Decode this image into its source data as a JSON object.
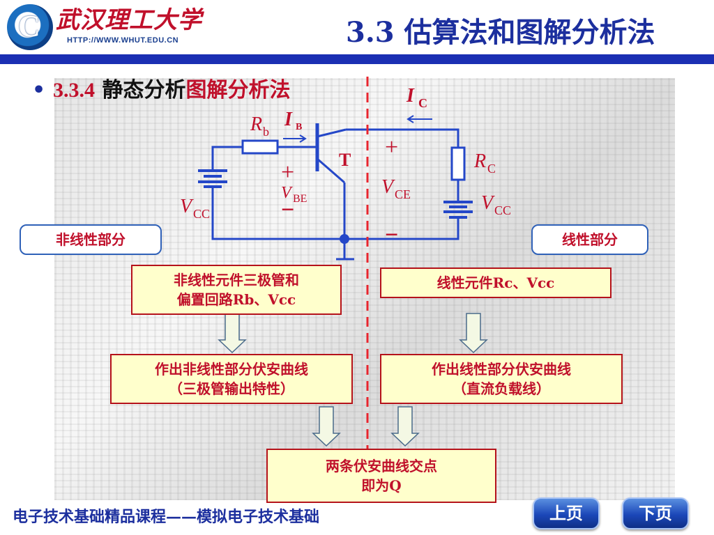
{
  "header": {
    "school_name": "武汉理工大学",
    "school_url": "HTTP://WWW.WHUT.EDU.CN",
    "title": "3.3   估算法和图解分析法"
  },
  "bullet": {
    "number": "3.3.4",
    "static_text": "静态分析",
    "method_text": "图解分析法"
  },
  "circuit": {
    "labels": {
      "ic": "I",
      "ic_sub": "C",
      "ib": "I",
      "ib_sub": "B",
      "rb": "R",
      "rb_sub": "b",
      "transistor": "T",
      "rc": "R",
      "rc_sub": "C",
      "vbe": "V",
      "vbe_sub": "BE",
      "vce": "V",
      "vce_sub": "CE",
      "vcc_left": "V",
      "vcc_left_sub": "CC",
      "vcc_right": "V",
      "vcc_right_sub": "CC",
      "plus": "+",
      "minus": "−"
    }
  },
  "sections": {
    "nonlinear_part": "非线性部分",
    "linear_part": "线性部分"
  },
  "boxes": {
    "nonlinear_elements": [
      "非线性元件三极管和",
      "偏置回路Rb、Vcc"
    ],
    "linear_elements": [
      "线性元件Rc、Vcc"
    ],
    "nonlinear_curve": [
      "作出非线性部分伏安曲线",
      "（三极管输出特性）"
    ],
    "linear_curve": [
      "作出线性部分伏安曲线",
      "（直流负载线）"
    ],
    "intersection": [
      "两条伏安曲线交点",
      "即为Q"
    ]
  },
  "footer": {
    "course": "电子技术基础精品课程——模拟电子技术基础",
    "prev_label": "上页",
    "next_label": "下页"
  },
  "colors": {
    "title_blue": "#1c2f9e",
    "accent_red": "#c0102b",
    "wire_blue": "#2447c8",
    "box_fill": "#ffffcc",
    "divider_red": "#e8252e"
  }
}
